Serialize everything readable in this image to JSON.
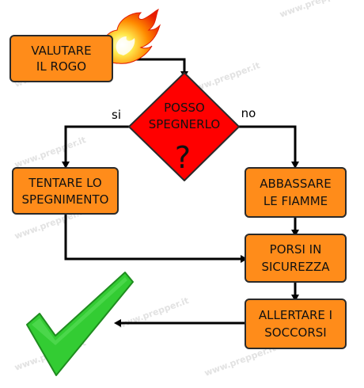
{
  "watermark": "www.prepper.it",
  "nodes": {
    "valutare": {
      "lines": [
        "VALUTARE",
        "IL ROGO"
      ]
    },
    "decision": {
      "lines": [
        "POSSO",
        "SPEGNERLO"
      ],
      "mark": "?"
    },
    "tentare": {
      "lines": [
        "TENTARE LO",
        "SPEGNIMENTO"
      ]
    },
    "abbassare": {
      "lines": [
        "ABBASSARE",
        "LE FIAMME"
      ]
    },
    "porsi": {
      "lines": [
        "PORSI IN",
        "SICUREZZA"
      ]
    },
    "allertare": {
      "lines": [
        "ALLERTARE I",
        "SOCCORSI"
      ]
    }
  },
  "branches": {
    "yes": "si",
    "no": "no"
  },
  "icons": {
    "top": "fire-icon",
    "bottom": "checkmark-icon"
  },
  "colors": {
    "box_fill": "#ff8c1a",
    "box_stroke": "#2a2a2a",
    "decision_fill": "#ff0000",
    "arrow": "#000000",
    "check_fill": "#33cc33",
    "check_stroke": "#1f8c1f"
  }
}
